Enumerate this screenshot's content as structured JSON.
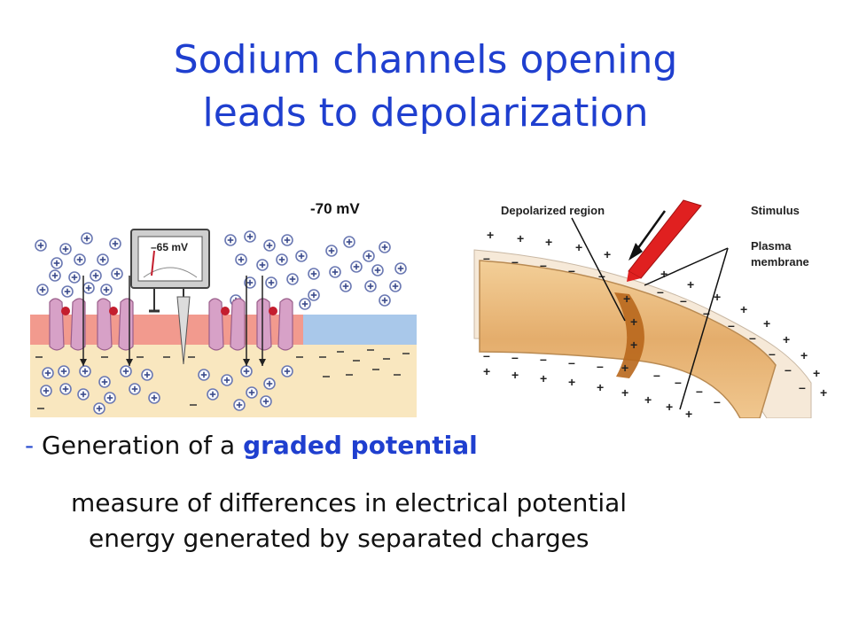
{
  "title": {
    "line1": "Sodium channels opening",
    "line2": "leads to depolarization"
  },
  "left_figure": {
    "top_voltage": "-70 mV",
    "meter_reading": "–65 mV"
  },
  "right_figure": {
    "labels": {
      "depolarized_region": "Depolarized region",
      "stimulus": "Stimulus",
      "plasma_membrane_line1": "Plasma",
      "plasma_membrane_line2": "membrane"
    }
  },
  "bullet": {
    "dash": "-",
    "prefix": "Generation of a ",
    "highlight": "graded potential"
  },
  "description": {
    "line1": "measure of differences in electrical potential",
    "line2": "energy generated by separated charges"
  },
  "colors": {
    "title": "#1f3fcf",
    "highlight": "#1f3fcf",
    "extracellular": "#ffffff",
    "intracellular": "#f9e7bf",
    "membrane_depolarized": "#f29a8e",
    "membrane_resting": "#a9c8ea",
    "channel": "#d7a1c7",
    "sodium_ion": "#c41e2e",
    "charge_circle": "#6b79b3",
    "axon": "#e8b87c",
    "stimulus": "#e02020"
  }
}
